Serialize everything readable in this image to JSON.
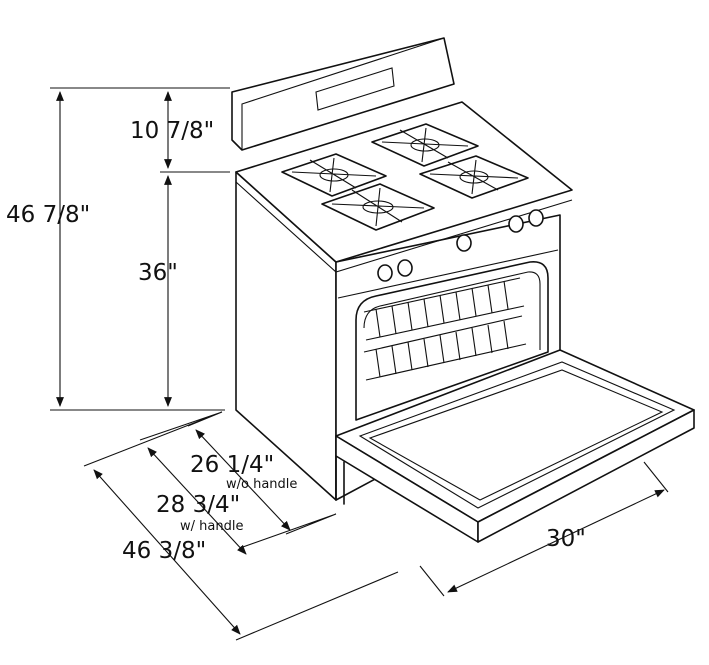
{
  "dimensions": {
    "total_height": "46 7/8\"",
    "backguard_height": "10 7/8\"",
    "cooktop_height": "36\"",
    "depth_without_handle": "26 1/4\"",
    "without_handle_note": "w/o handle",
    "depth_with_handle": "28 3/4\"",
    "with_handle_note": "w/ handle",
    "depth_door_open": "46 3/8\"",
    "width": "30\""
  },
  "colors": {
    "line": "#111111",
    "background": "#ffffff"
  }
}
